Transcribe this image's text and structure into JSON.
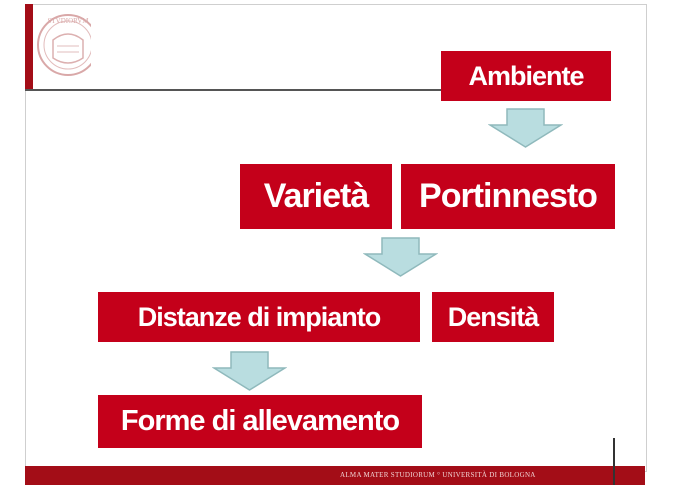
{
  "slide": {
    "boxes": {
      "ambiente": "Ambiente",
      "varieta": "Varietà",
      "portinnesto": "Portinnesto",
      "distanze": "Distanze di impianto",
      "densita": "Densità",
      "forme": "Forme di allevamento"
    },
    "footer_text": "ALMA MATER STUDIORUM ° UNIVERSITÀ DI BOLOGNA"
  },
  "colors": {
    "box_red": "#c4001a",
    "arrow_fill": "#b9dde0",
    "arrow_stroke": "#8fb9bc",
    "footer_red": "#a30d17"
  }
}
